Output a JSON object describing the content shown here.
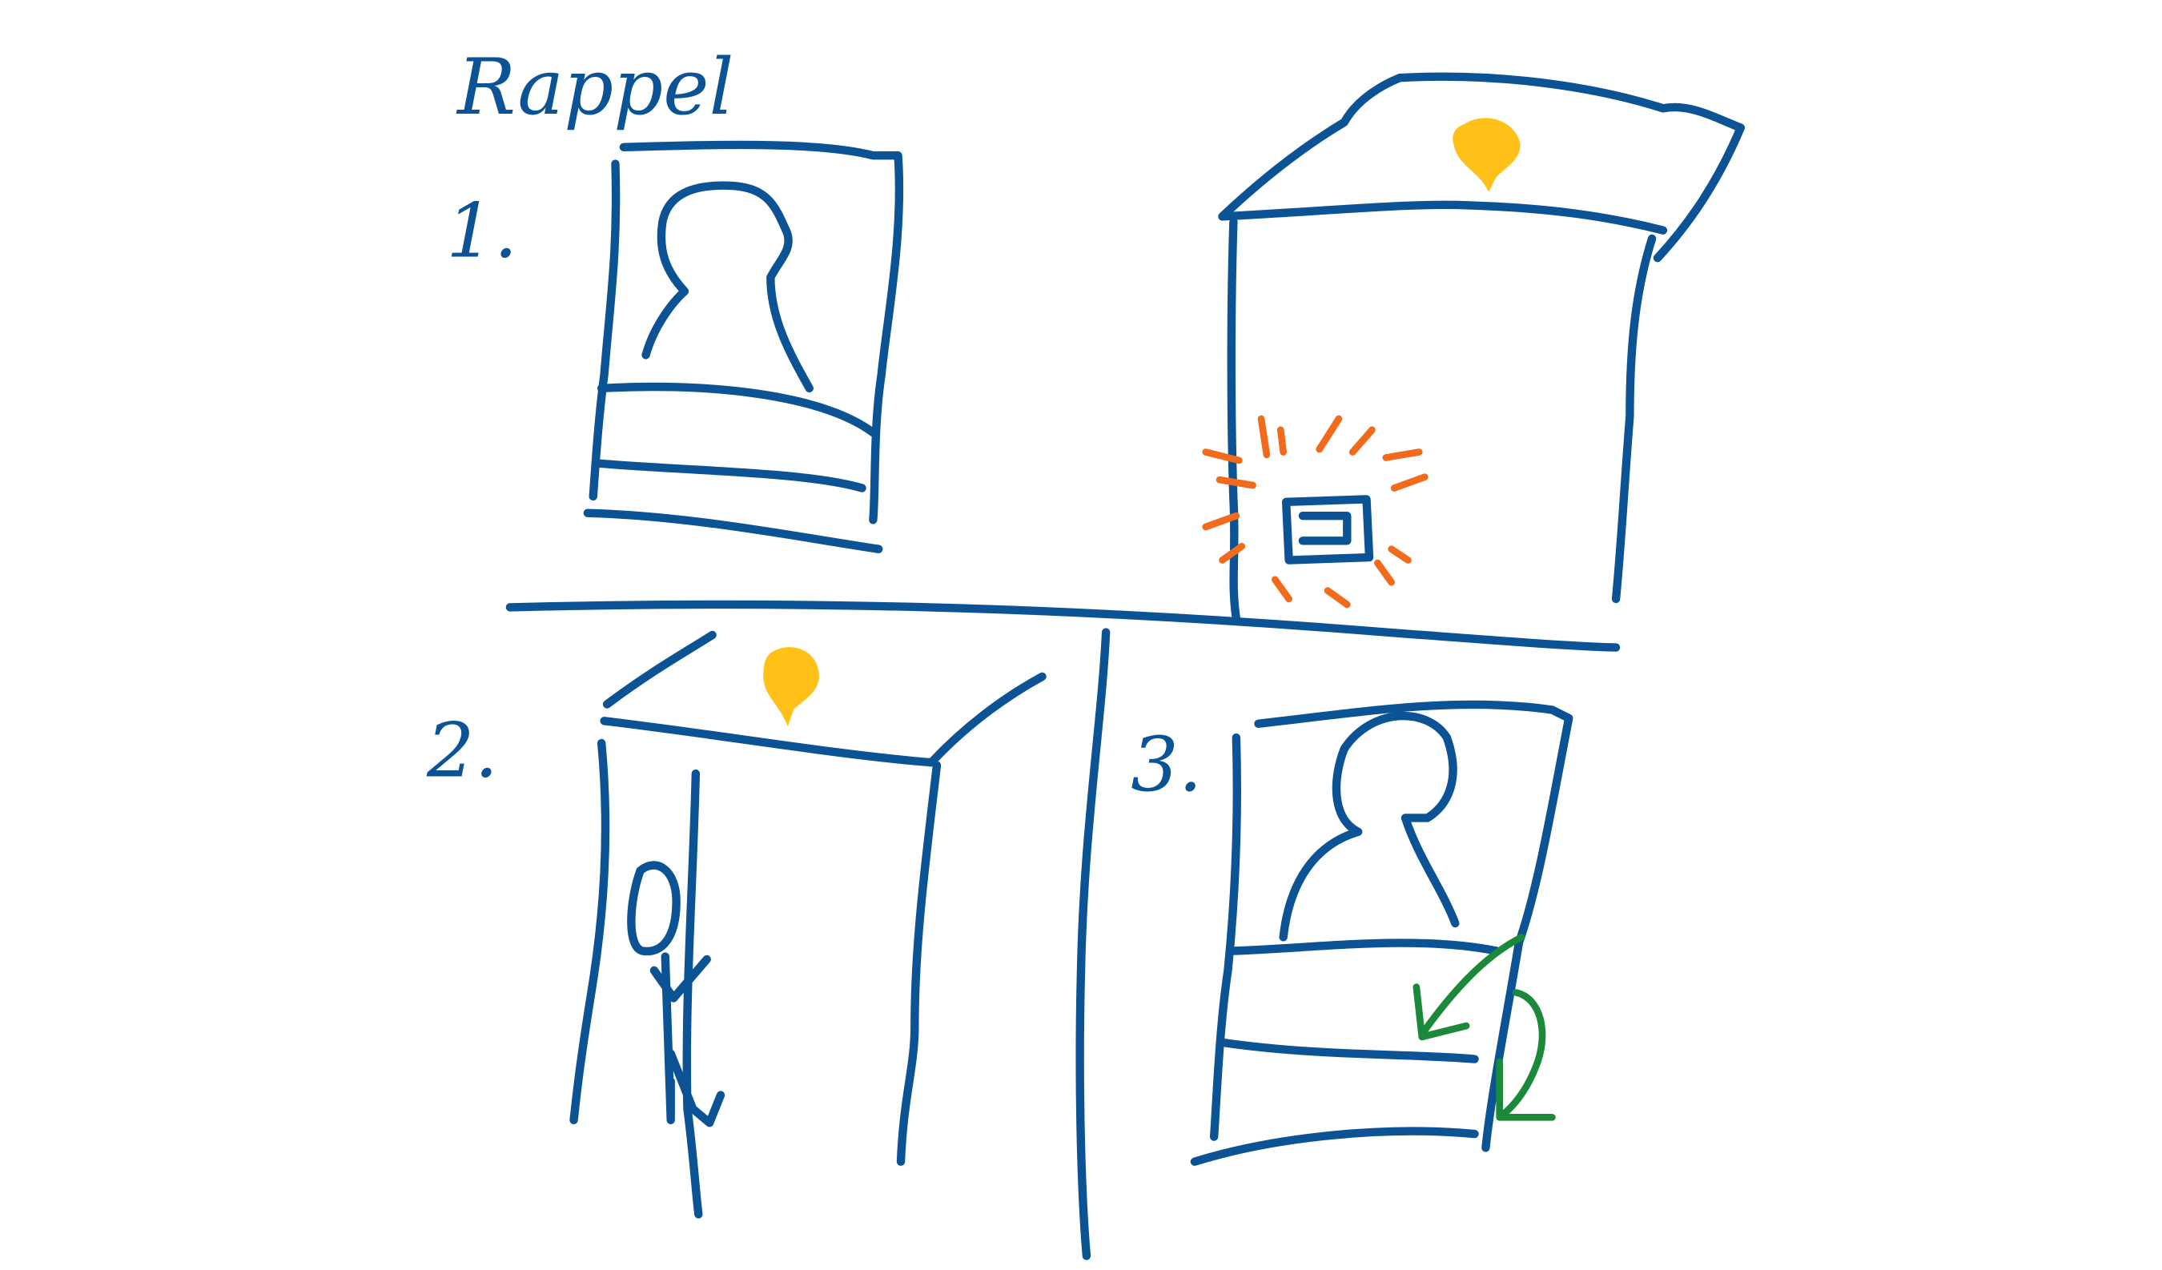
{
  "title": "Rappel",
  "steps": [
    {
      "label": "1."
    },
    {
      "label": "2."
    },
    {
      "label": "3."
    }
  ],
  "colors": {
    "ink": "#0b5394",
    "light": "#ffc118",
    "alarm": "#f26a1b",
    "arrow": "#1a8a3a"
  }
}
